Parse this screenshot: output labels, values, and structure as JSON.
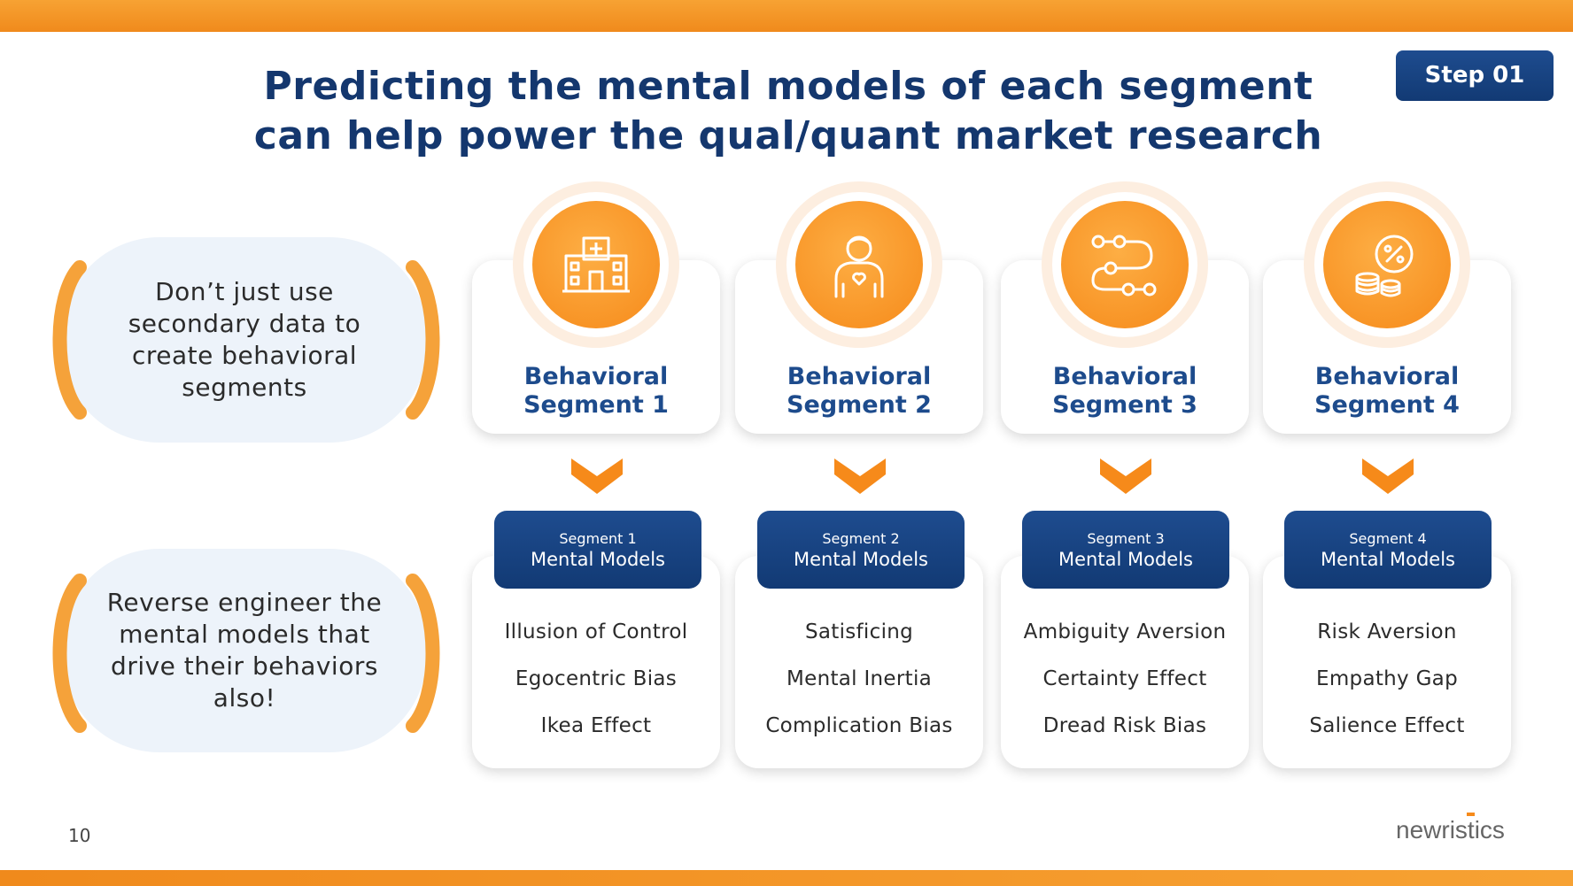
{
  "title_line1": "Predicting the mental models of each segment",
  "title_line2": "can help power the qual/quant market research",
  "step": "Step 01",
  "callouts": [
    "Don’t just use secondary data to create behavioral segments",
    "Reverse engineer the mental models that drive their behaviors also!"
  ],
  "segments": [
    {
      "icon": "hospital-icon",
      "line1": "Behavioral",
      "line2": "Segment 1",
      "header_small": "Segment 1",
      "header_big": "Mental Models",
      "models": [
        "Illusion of Control",
        "Egocentric Bias",
        "Ikea Effect"
      ]
    },
    {
      "icon": "person-heart-icon",
      "line1": "Behavioral",
      "line2": "Segment 2",
      "header_small": "Segment 2",
      "header_big": "Mental Models",
      "models": [
        "Satisficing",
        "Mental Inertia",
        "Complication Bias"
      ]
    },
    {
      "icon": "journey-path-icon",
      "line1": "Behavioral",
      "line2": "Segment 3",
      "header_small": "Segment 3",
      "header_big": "Mental Models",
      "models": [
        "Ambiguity Aversion",
        "Certainty Effect",
        "Dread Risk Bias"
      ]
    },
    {
      "icon": "coins-percent-icon",
      "line1": "Behavioral",
      "line2": "Segment 4",
      "header_small": "Segment 4",
      "header_big": "Mental Models",
      "models": [
        "Risk Aversion",
        "Empathy Gap",
        "Salience Effect"
      ]
    }
  ],
  "page_number": "10",
  "logo_text": "newristics",
  "colors": {
    "orange": "#f68a1a",
    "navy": "#14376e",
    "pill_bg": "#edf3fa"
  }
}
